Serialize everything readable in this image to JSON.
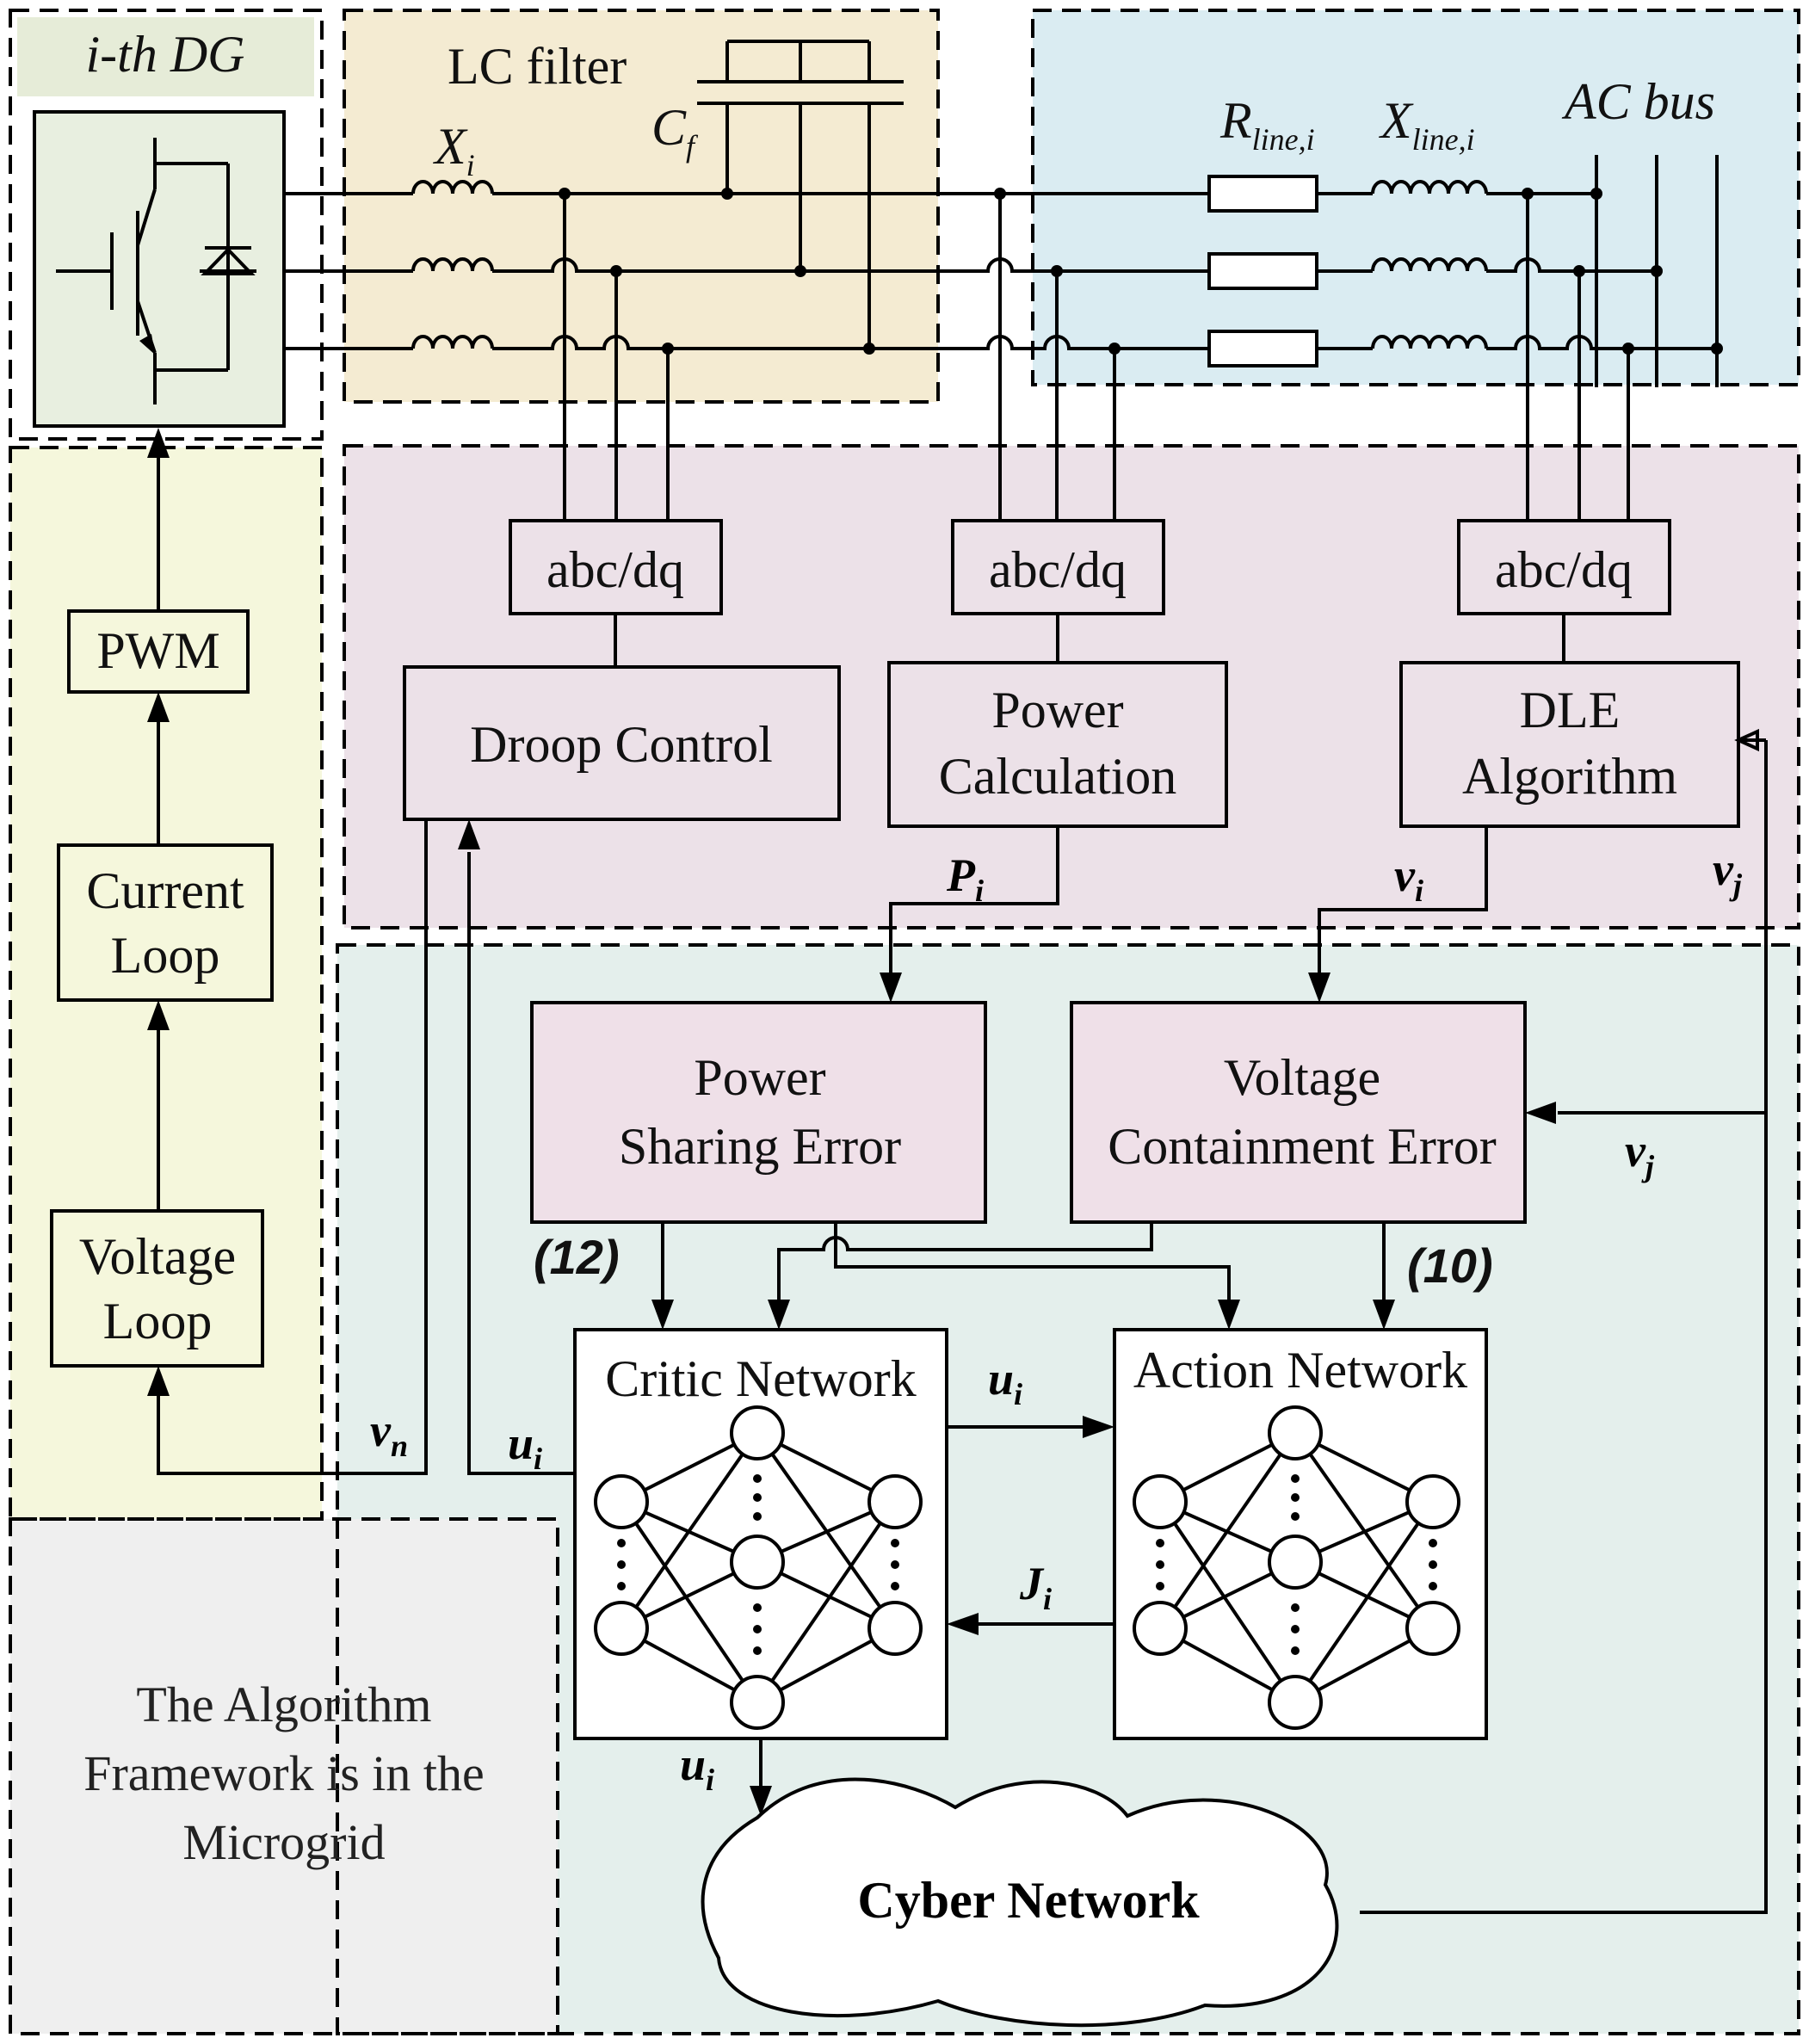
{
  "regions": {
    "dg": "i-th DG",
    "lc": "LC filter",
    "acbus": "AC bus",
    "framework_note": [
      "The Algorithm",
      "Framework is in the",
      "Microgrid"
    ]
  },
  "components": {
    "inductor": "X",
    "inductor_sub": "i",
    "capacitor": "C",
    "capacitor_sub": "f",
    "line_r": "R",
    "line_r_sub": "line,i",
    "line_x": "X",
    "line_x_sub": "line,i"
  },
  "blocks": {
    "pwm": "PWM",
    "current_loop": [
      "Current",
      "Loop"
    ],
    "voltage_loop": [
      "Voltage",
      "Loop"
    ],
    "abc_dq": "abc/dq",
    "droop": "Droop Control",
    "power_calc": [
      "Power",
      "Calculation"
    ],
    "dle": [
      "DLE",
      "Algorithm"
    ],
    "power_sharing": [
      "Power",
      "Sharing Error"
    ],
    "voltage_containment": [
      "Voltage",
      "Containment Error"
    ],
    "critic": "Critic Network",
    "action": "Action Network",
    "cyber": "Cyber Network"
  },
  "signals": {
    "P": "P",
    "P_sub": "i",
    "v_i": "v",
    "v_i_sub": "i",
    "v_j": "v",
    "v_j_sub": "j",
    "v_n": "v",
    "v_n_sub": "n",
    "u": "u",
    "u_sub": "i",
    "J": "J",
    "J_sub": "i"
  },
  "equations": {
    "eq12": "(12)",
    "eq10": "(10)"
  },
  "colors": {
    "dg_region": "#e8efe0",
    "dg_title": "#e6ecd8",
    "lc_region": "#f4ebd2",
    "acbus_region": "#daecf2",
    "control_region": "#ece1e8",
    "inner_loop_region": "#f5f7dc",
    "learning_region": "#e4efec",
    "note_region": "#efefef",
    "error_block": "#efe0e8"
  }
}
